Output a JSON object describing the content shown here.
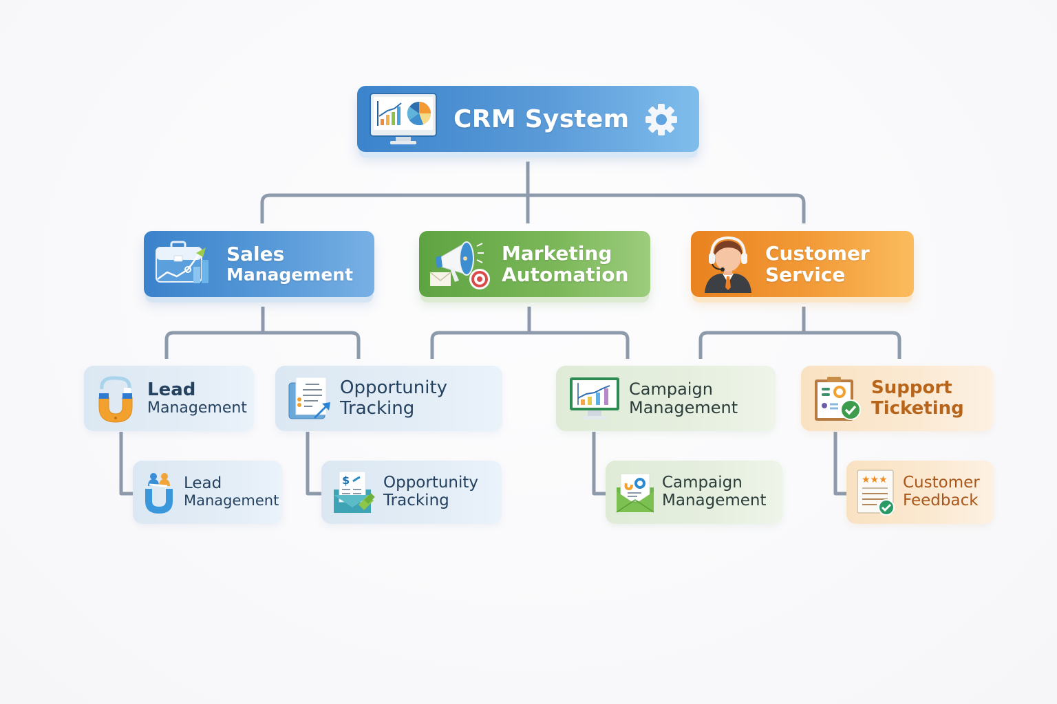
{
  "diagram": {
    "type": "org-chart",
    "root": {
      "title": "CRM System",
      "icon": "analytics-monitor-icon",
      "trailing_icon": "gear-icon",
      "color": "#4a8fd2"
    },
    "branches": [
      {
        "title_line1": "Sales",
        "title_line2": "Management",
        "icon": "briefcase-growth-icon",
        "color": "#3a82cb",
        "children": [
          {
            "line1": "Lead",
            "line2": "Management",
            "icon": "magnet-icon"
          },
          {
            "line1": "Opportunity",
            "line2": "Tracking",
            "icon": "document-arrow-icon"
          }
        ],
        "grandchildren": [
          {
            "line1": "Lead",
            "line2": "Management",
            "icon": "magnet-people-icon"
          },
          {
            "line1": "Opportunity",
            "line2": "Tracking",
            "icon": "invoice-envelope-icon"
          }
        ]
      },
      {
        "title_line1": "Marketing",
        "title_line2": "Automation",
        "icon": "megaphone-target-icon",
        "color": "#6aab4b",
        "children": [
          {
            "line1": "Campaign",
            "line2": "Management",
            "icon": "chart-monitor-icon"
          }
        ],
        "grandchildren": [
          {
            "line1": "Campaign",
            "line2": "Management",
            "icon": "mail-envelope-icon"
          }
        ]
      },
      {
        "title_line1": "Customer",
        "title_line2": "Service",
        "icon": "support-agent-icon",
        "color": "#f0922e",
        "children": [
          {
            "line1": "Support",
            "line2": "Ticketing",
            "icon": "clipboard-check-icon"
          }
        ],
        "grandchildren": [
          {
            "line1": "Customer",
            "line2": "Feedback",
            "icon": "rating-document-icon"
          }
        ]
      }
    ],
    "connector_color": "#8d9aab"
  }
}
